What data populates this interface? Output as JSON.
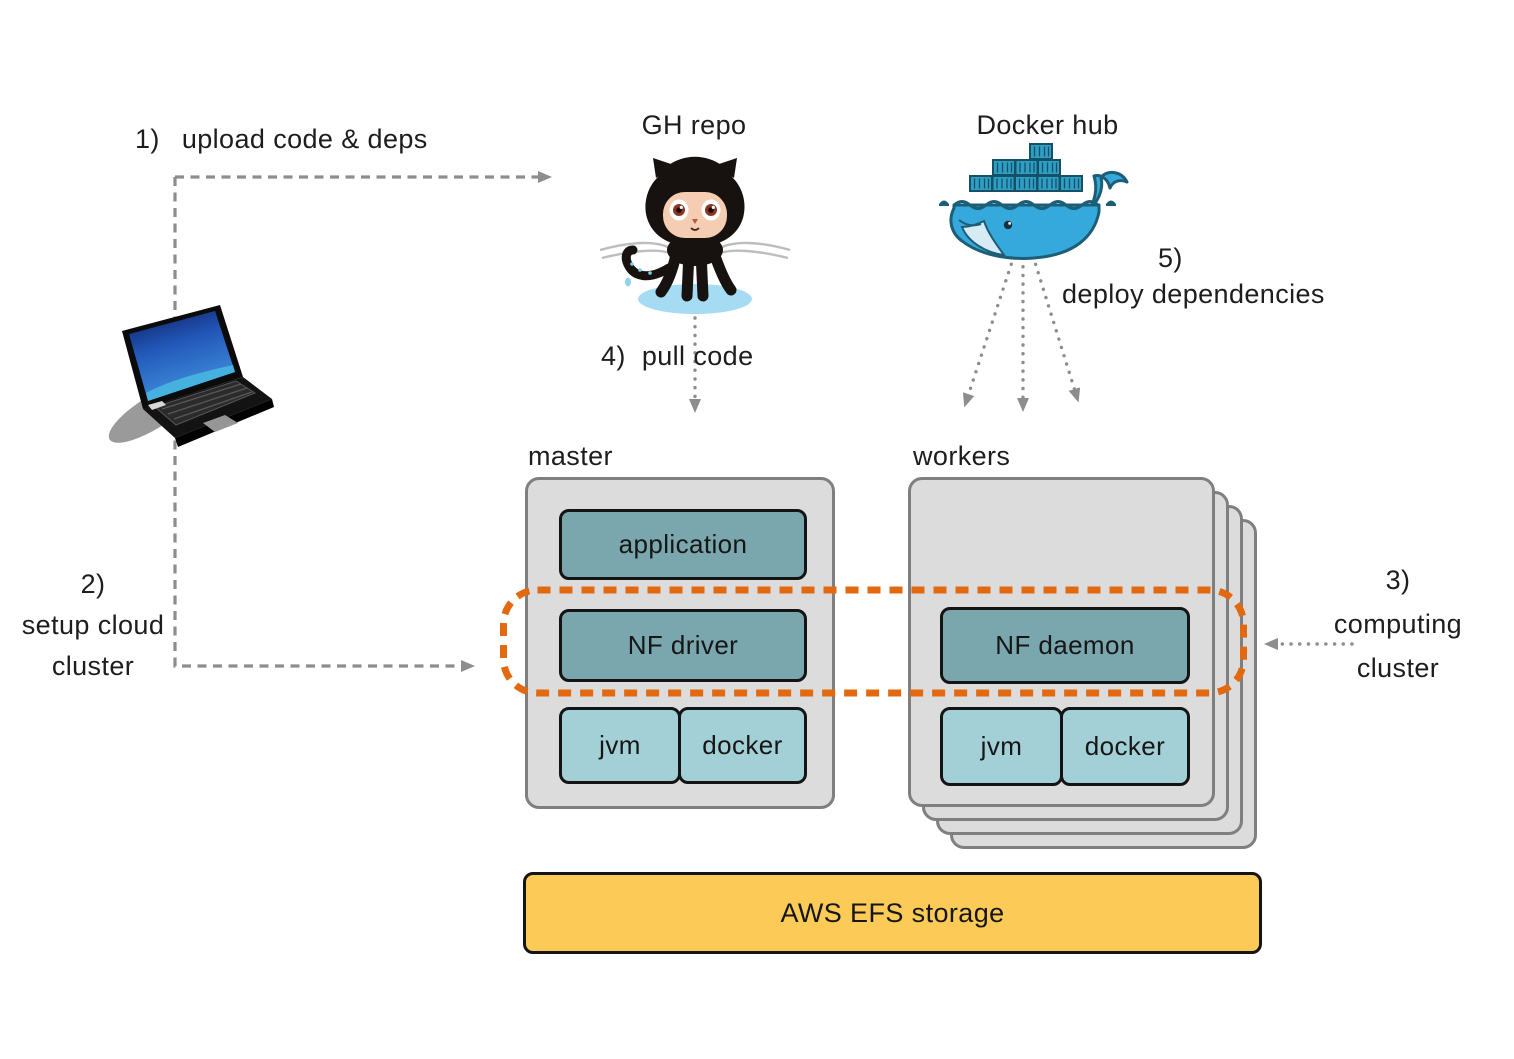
{
  "diagram": {
    "steps": {
      "step1": {
        "num": "1)",
        "text": "upload code & deps"
      },
      "step2": {
        "num": "2)",
        "line1": "setup cloud",
        "line2": "cluster"
      },
      "step3": {
        "num": "3)",
        "line1": "computing",
        "line2": "cluster"
      },
      "step4": {
        "num": "4)",
        "text": "pull code"
      },
      "step5": {
        "num": "5)",
        "text": "deploy dependencies"
      }
    },
    "services": {
      "github": {
        "label": "GH repo",
        "icon": "octocat-icon"
      },
      "dockerhub": {
        "label": "Docker hub",
        "icon": "docker-whale-icon"
      },
      "client": {
        "icon": "laptop-icon"
      }
    },
    "master": {
      "label": "master",
      "application": "application",
      "nf_driver": "NF driver",
      "jvm": "jvm",
      "docker": "docker"
    },
    "workers": {
      "label": "workers",
      "nf_daemon": "NF daemon",
      "jvm": "jvm",
      "docker": "docker",
      "stacked_count": 4
    },
    "storage": {
      "label": "AWS EFS storage"
    },
    "colors": {
      "chip_teal_dark": "#7aa6ad",
      "chip_teal_light": "#a3cfd6",
      "node_fill": "#dcdcdc",
      "node_border": "#7f7f7f",
      "highlight_orange": "#e2690f",
      "storage_yellow": "#fcca57",
      "arrow_gray": "#8d8d8d",
      "docker_blue": "#35a8dc",
      "text": "#1d1d1d"
    }
  }
}
